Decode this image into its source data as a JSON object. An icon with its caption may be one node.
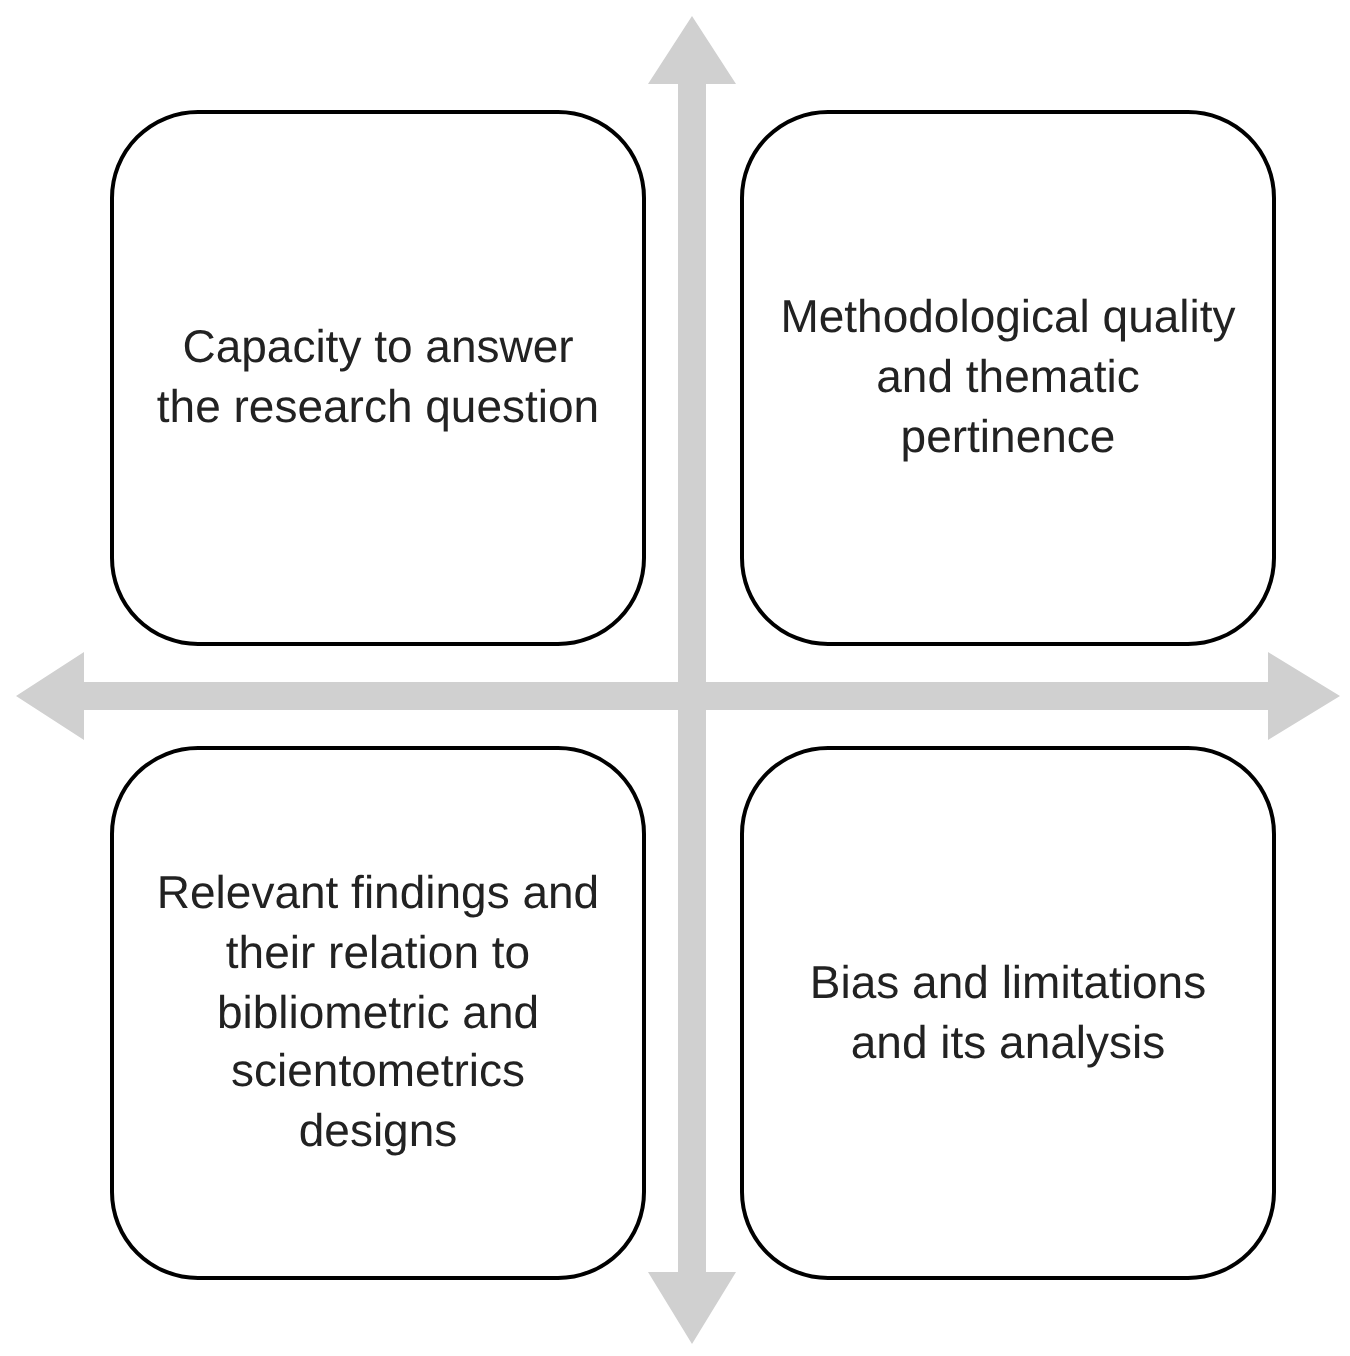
{
  "diagram": {
    "nodes": [
      {
        "text": [
          "Capacity to answer the research question"
        ]
      },
      {
        "text": [
          "Methodological quality and thematic pertinence"
        ]
      },
      {
        "text": [
          "Relevant findings and their relation to bibliometric and scientometrics designs"
        ]
      },
      {
        "text": [
          "Bias and limitations and its analysis"
        ]
      }
    ]
  }
}
